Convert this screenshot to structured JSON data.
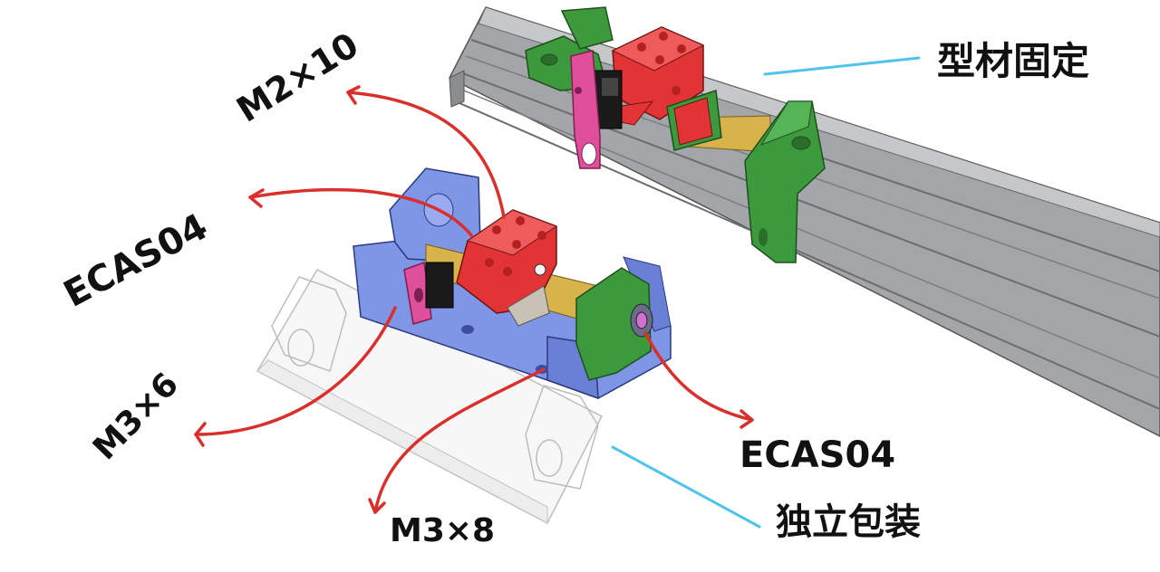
{
  "annotations": {
    "profile_mount": "型材固定",
    "standalone_pack": "独立包装",
    "screw_top": "M2×10",
    "bearing_left": "ECAS04",
    "screw_left": "M3×6",
    "screw_bottom": "M3×8",
    "bearing_right": "ECAS04"
  },
  "colors": {
    "rail": "#9a9da0",
    "blue_part": "#7f95e6",
    "green_part": "#3c9a3c",
    "red_part": "#e23434",
    "pink_part": "#e0509a",
    "brass": "#d8b24a",
    "red_arrow": "#d9302c",
    "blue_leader": "#4fc3ec"
  }
}
